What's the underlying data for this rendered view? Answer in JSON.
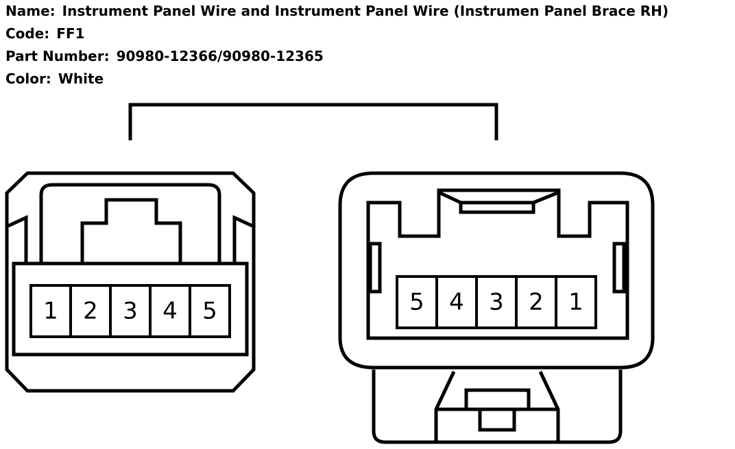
{
  "info": {
    "name_label": "Name:",
    "name_value": "Instrument Panel Wire and Instrument Panel Wire (Instrumen Panel Brace RH)",
    "code_label": "Code:",
    "code_value": "FF1",
    "part_label": "Part Number:",
    "part_value": "90980-12366/90980-12365",
    "color_label": "Color:",
    "color_value": "White"
  },
  "left_connector": {
    "pins": [
      "1",
      "2",
      "3",
      "4",
      "5"
    ]
  },
  "right_connector": {
    "pins": [
      "5",
      "4",
      "3",
      "2",
      "1"
    ]
  }
}
